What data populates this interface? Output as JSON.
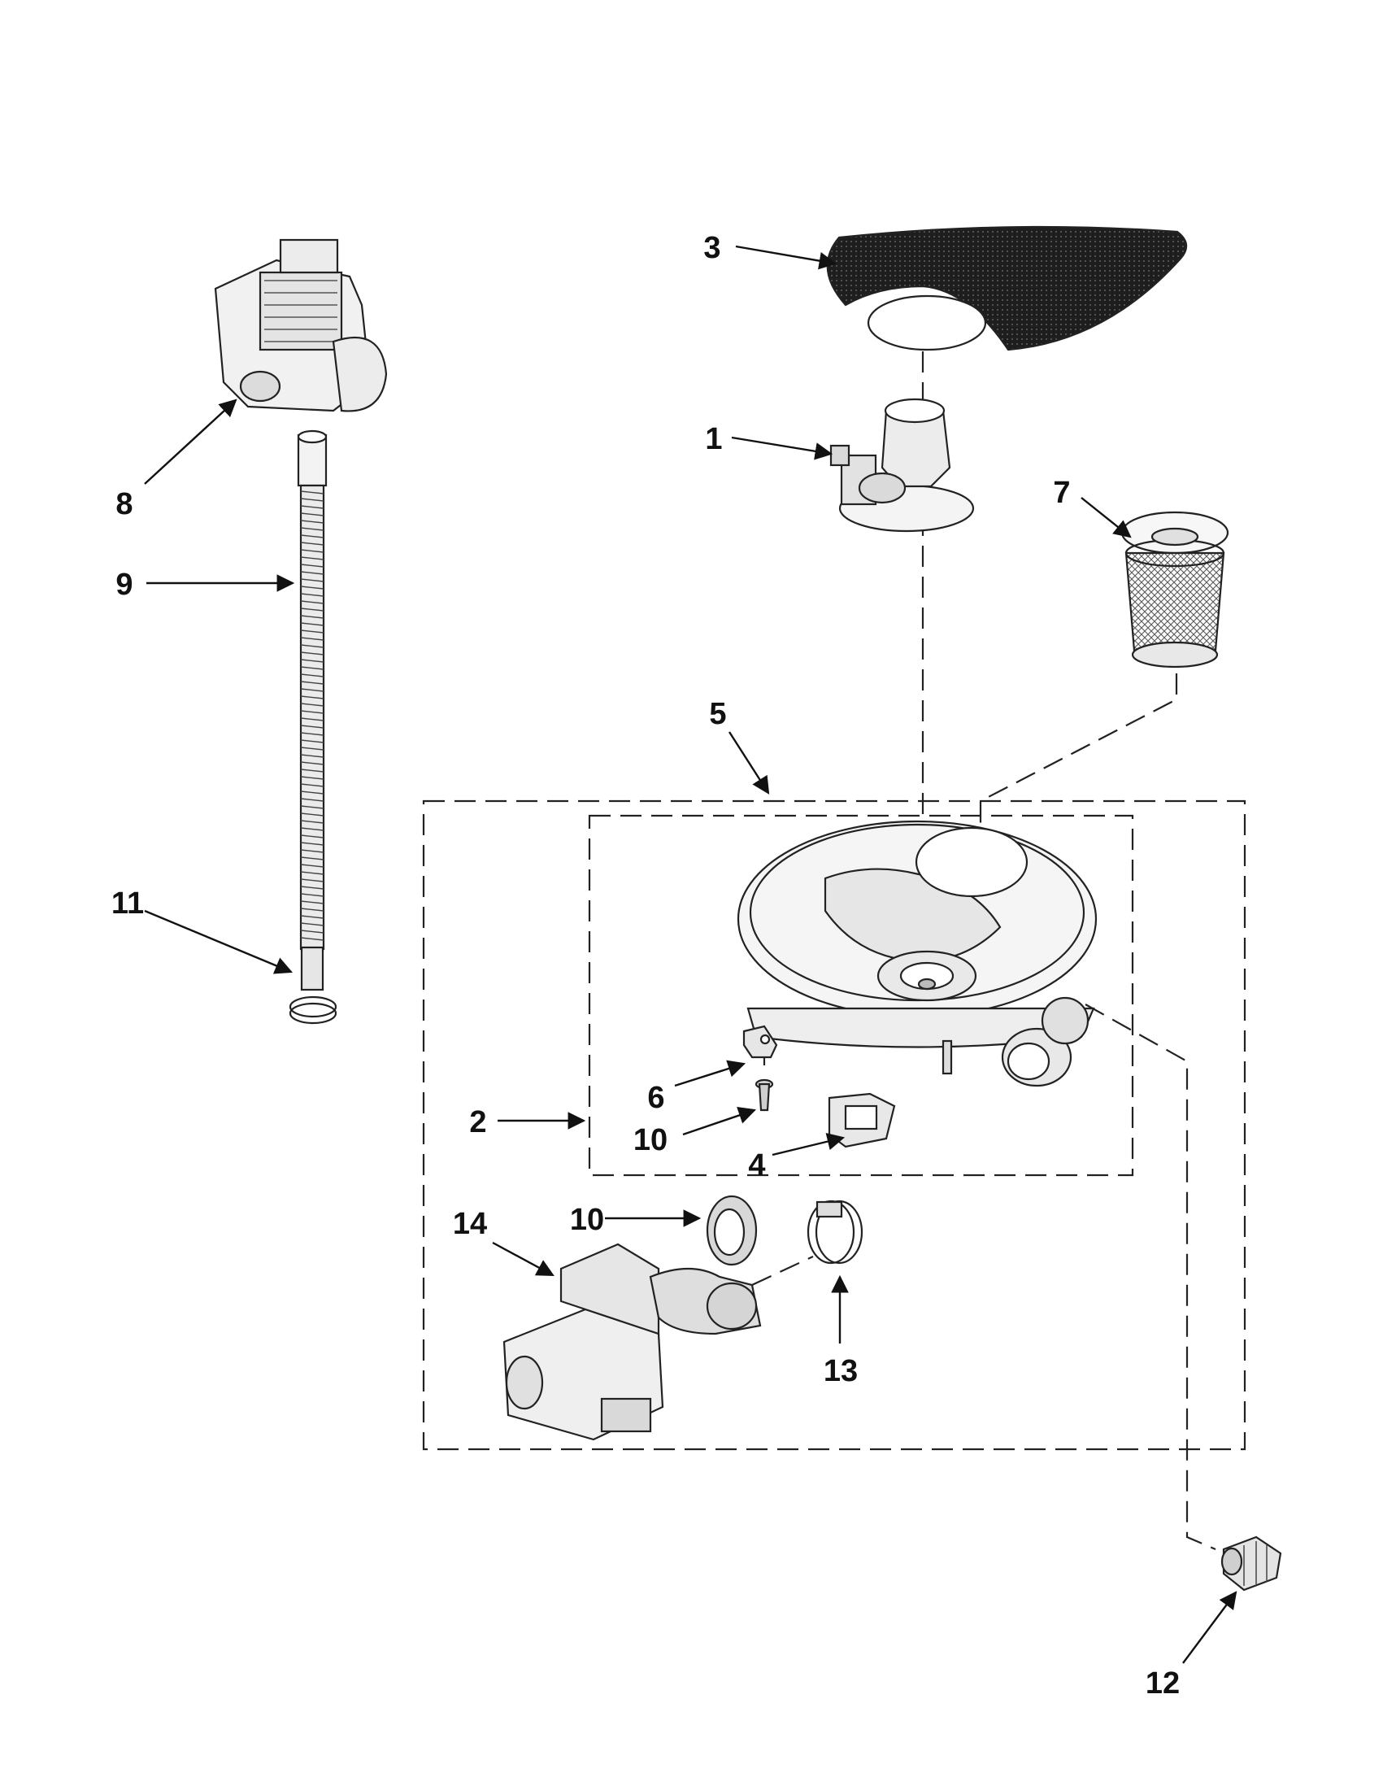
{
  "diagram": {
    "callouts": {
      "c1": "1",
      "c2": "2",
      "c3": "3",
      "c4": "4",
      "c5": "5",
      "c6": "6",
      "c7": "7",
      "c8": "8",
      "c9": "9",
      "c10a": "10",
      "c10b": "10",
      "c11": "11",
      "c12": "12",
      "c13": "13",
      "c14": "14"
    },
    "colors": {
      "line": "#111111",
      "part_fill": "#f4f4f4",
      "part_shade": "#d9d9d9",
      "filter_dark": "#1e1e1e"
    }
  }
}
